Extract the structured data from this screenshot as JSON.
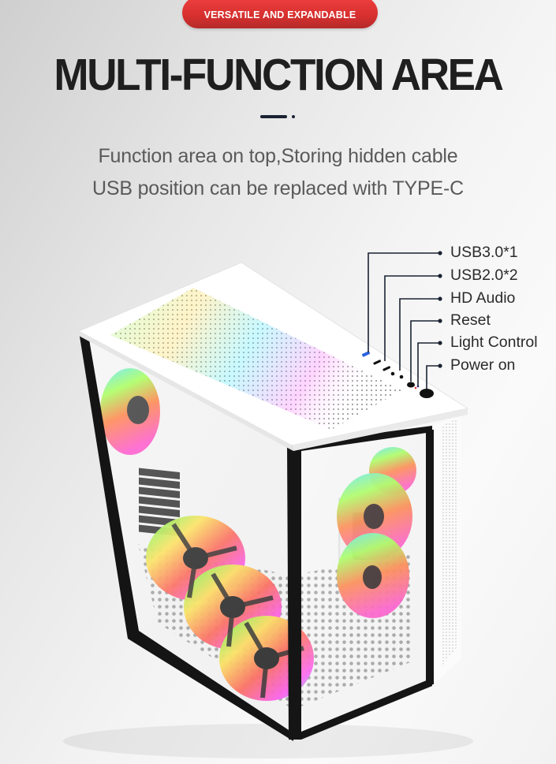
{
  "badge": {
    "label": "VERSATILE AND EXPANDABLE",
    "color": "#e03a3a"
  },
  "header": {
    "title": "MULTI-FUNCTION AREA",
    "subtitle_lines": [
      "Function area on top,Storing hidden cable",
      "USB position can be replaced with TYPE-C"
    ]
  },
  "callouts": [
    {
      "label": "USB3.0*1"
    },
    {
      "label": "USB2.0*2"
    },
    {
      "label": "HD Audio"
    },
    {
      "label": "Reset"
    },
    {
      "label": "Light Control"
    },
    {
      "label": "Power on"
    }
  ],
  "product": {
    "image_alt": "White tempered-glass PC case with RGB fans, top I/O panel",
    "colors": {
      "frame": "#111111",
      "body": "#ffffff",
      "accent_line": "#1a2232"
    }
  }
}
